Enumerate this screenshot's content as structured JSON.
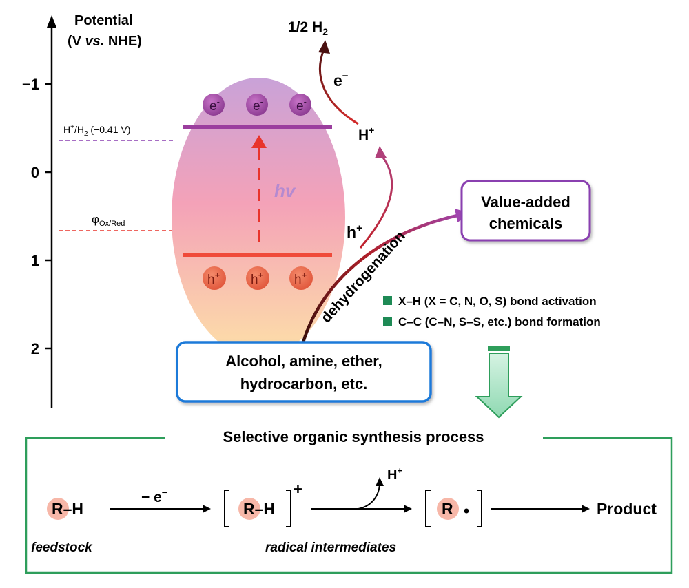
{
  "axis": {
    "title_line1": "Potential",
    "title_line2_a": "(V ",
    "title_line2_b": "vs.",
    "title_line2_c": " NHE)",
    "ticks": [
      {
        "label": "−1",
        "value": -1
      },
      {
        "label": "0",
        "value": 0
      },
      {
        "label": "1",
        "value": 1
      },
      {
        "label": "2",
        "value": 2
      }
    ]
  },
  "levels": {
    "h2_main": "H",
    "h2_sup": "+",
    "h2_mid": "/H",
    "h2_sub": "2",
    "h2_value": " (−0.41 V)",
    "ox_main": "φ",
    "ox_sub": "Ox/Red"
  },
  "particle": {
    "electron": "e",
    "electron_sup": "-",
    "hole": "h",
    "hole_sup": "+",
    "hv": "hv"
  },
  "products": {
    "h2_a": "1/2 H",
    "h2_sub": "2",
    "e_arrow": "e",
    "e_arrow_sup": "−",
    "hplus": "H",
    "hplus_sup": "+",
    "hole_arrow": "h",
    "hole_arrow_sup": "+",
    "dehydrogenation": "dehydrogenation"
  },
  "boxes": {
    "value_added_1": "Value-added",
    "value_added_2": "chemicals",
    "substrate_1": "Alcohol, amine, ether,",
    "substrate_2": "hydrocarbon, etc."
  },
  "bullets": [
    "X–H (X = C, N, O, S) bond activation",
    "C–C (C–N, S–S, etc.) bond formation"
  ],
  "process": {
    "title": "Selective organic synthesis process",
    "r": "R",
    "h": "H",
    "dash": "–",
    "minus_e": "− e",
    "minus_e_sup": "−",
    "plus": "+",
    "hplus": "H",
    "hplus_sup": "+",
    "product": "Product",
    "feedstock": "feedstock",
    "radical": "radical intermediates"
  },
  "colors": {
    "cb_band": "#9b3e9e",
    "vb_band": "#f04a3a",
    "level_h2": "#8a3fb0",
    "level_ox": "#e8342c",
    "green": "#2e9e5b"
  }
}
